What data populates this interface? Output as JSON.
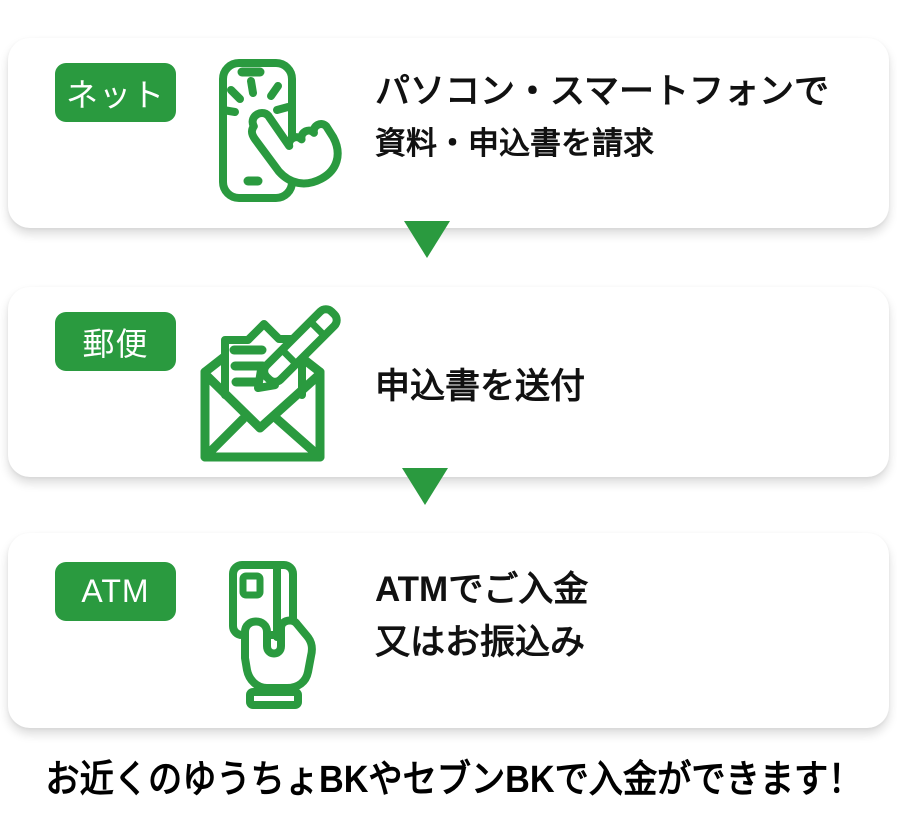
{
  "colors": {
    "accent_green": "#2a9a3f",
    "text": "#111111",
    "badge_text": "#ffffff",
    "background": "#ffffff"
  },
  "steps": [
    {
      "badge": "ネット",
      "icon": "smartphone-tap-icon",
      "lines": [
        "パソコン・スマートフォンで",
        "資料・申込書を請求"
      ]
    },
    {
      "badge": "郵便",
      "icon": "envelope-pen-icon",
      "lines": [
        "申込書を送付"
      ]
    },
    {
      "badge": "ATM",
      "icon": "card-hand-icon",
      "lines": [
        "ATMでご入金",
        "又はお振込み"
      ]
    }
  ],
  "footer": {
    "note": "お近くのゆうちょBKやセブンBKで入金ができます！"
  }
}
